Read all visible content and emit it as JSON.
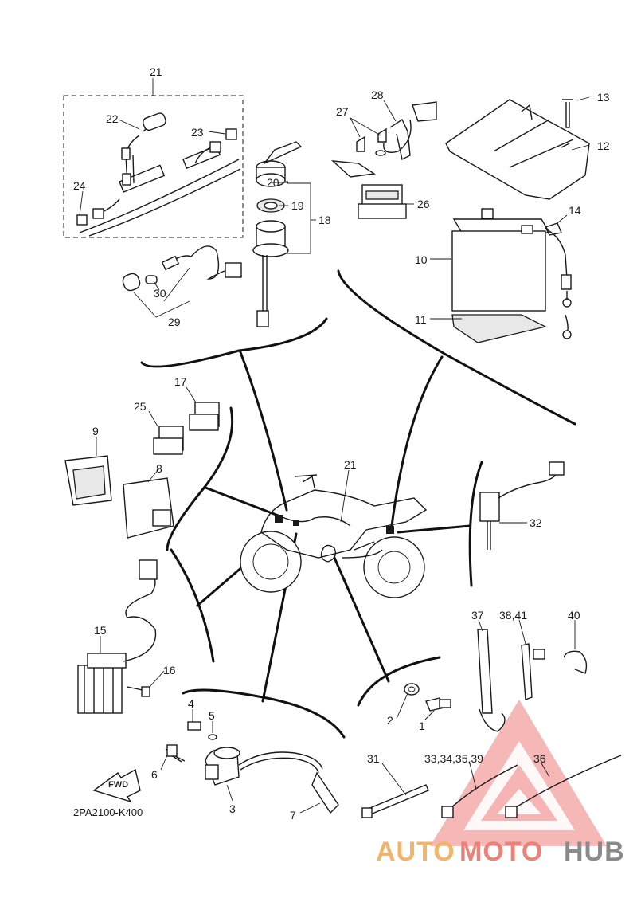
{
  "diagram_code": "2PA2100-K400",
  "direction_label": "FWD",
  "watermark": {
    "text_auto": "AUTO",
    "text_moto": "MOTO",
    "text_hub": "HUB",
    "colors": {
      "auto": "#f0b46a",
      "moto": "#e9837a",
      "hub": "#8a8a8a",
      "triangle": "#ee7b7b"
    }
  },
  "callouts": {
    "c1": "1",
    "c2": "2",
    "c3": "3",
    "c4": "4",
    "c5": "5",
    "c6": "6",
    "c7": "7",
    "c8": "8",
    "c9": "9",
    "c10": "10",
    "c11": "11",
    "c12": "12",
    "c13": "13",
    "c14": "14",
    "c15": "15",
    "c16": "16",
    "c17": "17",
    "c18": "18",
    "c19": "19",
    "c20": "20",
    "c21a": "21",
    "c21b": "21",
    "c22": "22",
    "c23": "23",
    "c24": "24",
    "c25": "25",
    "c26": "26",
    "c27": "27",
    "c28": "28",
    "c29": "29",
    "c30": "30",
    "c31": "31",
    "c32": "32",
    "c33_39": "33,34,35,39",
    "c36": "36",
    "c37": "37",
    "c38_41": "38,41",
    "c40": "40"
  }
}
